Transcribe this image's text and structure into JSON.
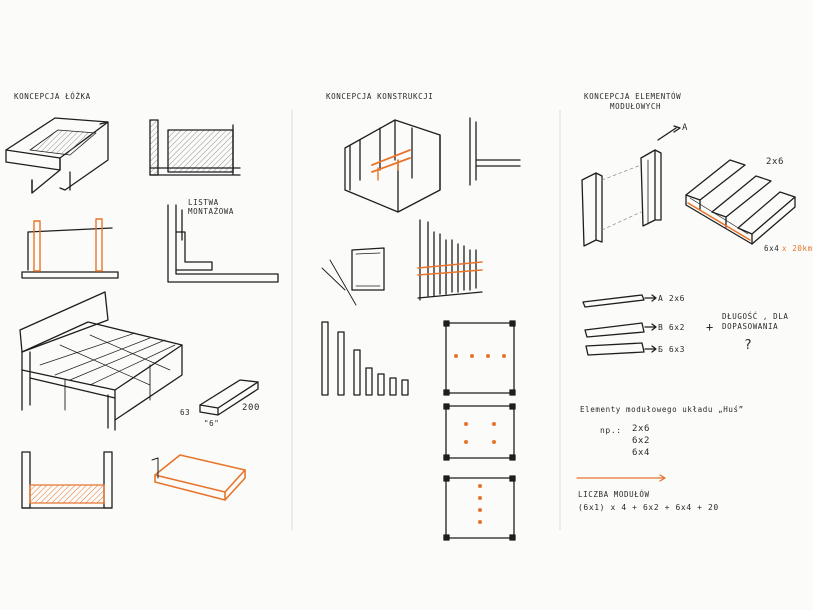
{
  "headers": {
    "bed": "KONCEPCJA ŁÓŻKA",
    "construction": "KONCEPCJA KONSTRUKCJI",
    "elements_line1": "KONCEPCJA ELEMENTÓW",
    "elements_line2": "MODUŁOWYCH"
  },
  "bed_labels": {
    "listwa_line1": "LISTWA",
    "listwa_line2": "MONTAŻOWA",
    "dim_63": "63",
    "dim_200": "200",
    "dim_6": "\"6\""
  },
  "module_labels": {
    "a": "A",
    "dim_2x6": "2x6",
    "dim_6x4": "6x4",
    "dim_x20": "x 20km"
  },
  "element_list": {
    "row_a": "A  2x6",
    "row_b": "B  6x2",
    "row_c": "Б  6x3",
    "plus": "+",
    "length_line1": "DŁUGOŚĆ , DLA",
    "length_line2": "DOPASOWANIA",
    "question": "?"
  },
  "system": {
    "title": "Elementy modułowego układu „Huś”",
    "np": "np.:",
    "items": [
      "2x6",
      "6x2",
      "6x4"
    ],
    "count_title": "LICZBA MODUŁÓW",
    "formula": "(6x1) x 4  +  6x2  +  6x4  +  20"
  },
  "colors": {
    "ink": "#1e1e1e",
    "accent": "#e8742a",
    "shade": "#9a9a9a"
  }
}
